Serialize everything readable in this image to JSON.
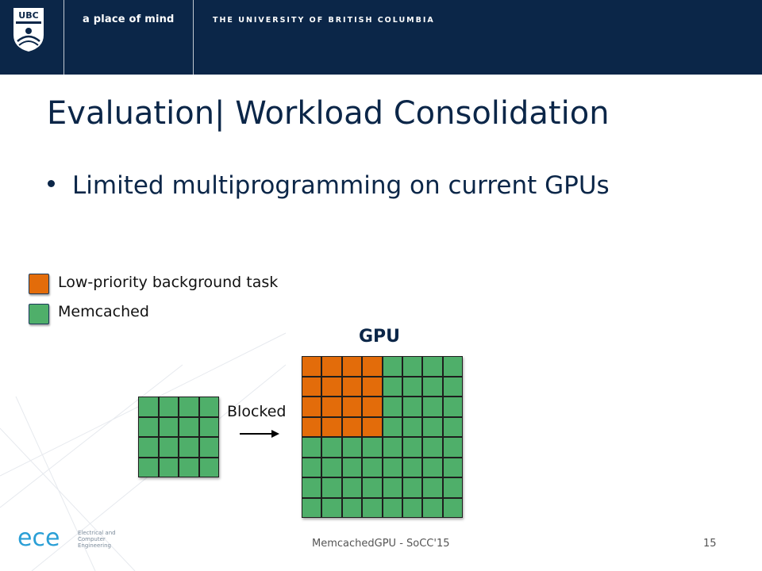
{
  "header": {
    "tagline": "a place of mind",
    "university": "THE UNIVERSITY OF BRITISH COLUMBIA",
    "logo_text": "UBC"
  },
  "title": "Evaluation| Workload Consolidation",
  "bullets": [
    "Limited multiprogramming on current GPUs"
  ],
  "legend": [
    {
      "label": "Low-priority background task",
      "color": "#e36c0a"
    },
    {
      "label": "Memcached",
      "color": "#4faf6a"
    }
  ],
  "diagram": {
    "gpu_label": "GPU",
    "blocked_label": "Blocked",
    "small_grid": {
      "rows": 4,
      "cols": 4,
      "color": "#4faf6a"
    },
    "gpu_grid": {
      "rows": 8,
      "cols": 8,
      "background_block": {
        "rows": 4,
        "cols": 4,
        "color": "#e36c0a"
      },
      "memcached_color": "#4faf6a"
    }
  },
  "footer": {
    "text": "MemcachedGPU - SoCC'15",
    "page": "15",
    "ece_logo": "ece",
    "ece_sub": [
      "Electrical and",
      "Computer",
      "Engineering"
    ]
  }
}
